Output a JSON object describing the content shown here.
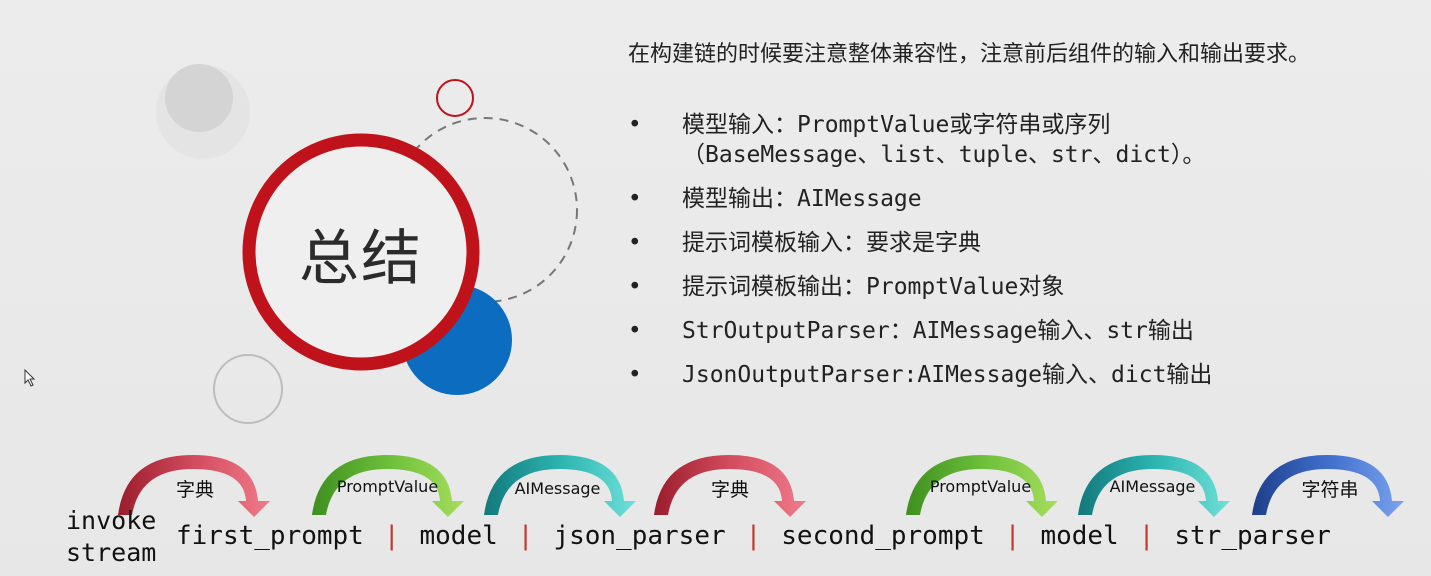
{
  "title": "总结",
  "intro": "在构建链的时候要注意整体兼容性，注意前后组件的输入和输出要求。",
  "points": [
    {
      "text": "模型输入：PromptValue或字符串或序列",
      "text2": "（BaseMessage、list、tuple、str、dict）。"
    },
    {
      "text": "模型输出：AIMessage"
    },
    {
      "text": "提示词模板输入：要求是字典"
    },
    {
      "text": "提示词模板输出：PromptValue对象"
    },
    {
      "text": "StrOutputParser：AIMessage输入、str输出"
    },
    {
      "text": "JsonOutputParser:AIMessage输入、dict输出"
    }
  ],
  "bullet": "•",
  "chain": {
    "methods": [
      "invoke",
      "stream"
    ],
    "components": [
      "first_prompt",
      "model",
      "json_parser",
      "second_prompt",
      "model",
      "str_parser"
    ],
    "separator": "|",
    "arcs": [
      "字典",
      "PromptValue",
      "AIMessage",
      "字典",
      "PromptValue",
      "AIMessage",
      "字符串"
    ]
  },
  "colors": {
    "ring_red": "#c0121a",
    "blue_circle": "#0b6cc0",
    "arc_red": "#c8334a",
    "arc_green": "#55b230",
    "arc_teal": "#21a7a6",
    "arc_blue": "#2d5fb8"
  }
}
